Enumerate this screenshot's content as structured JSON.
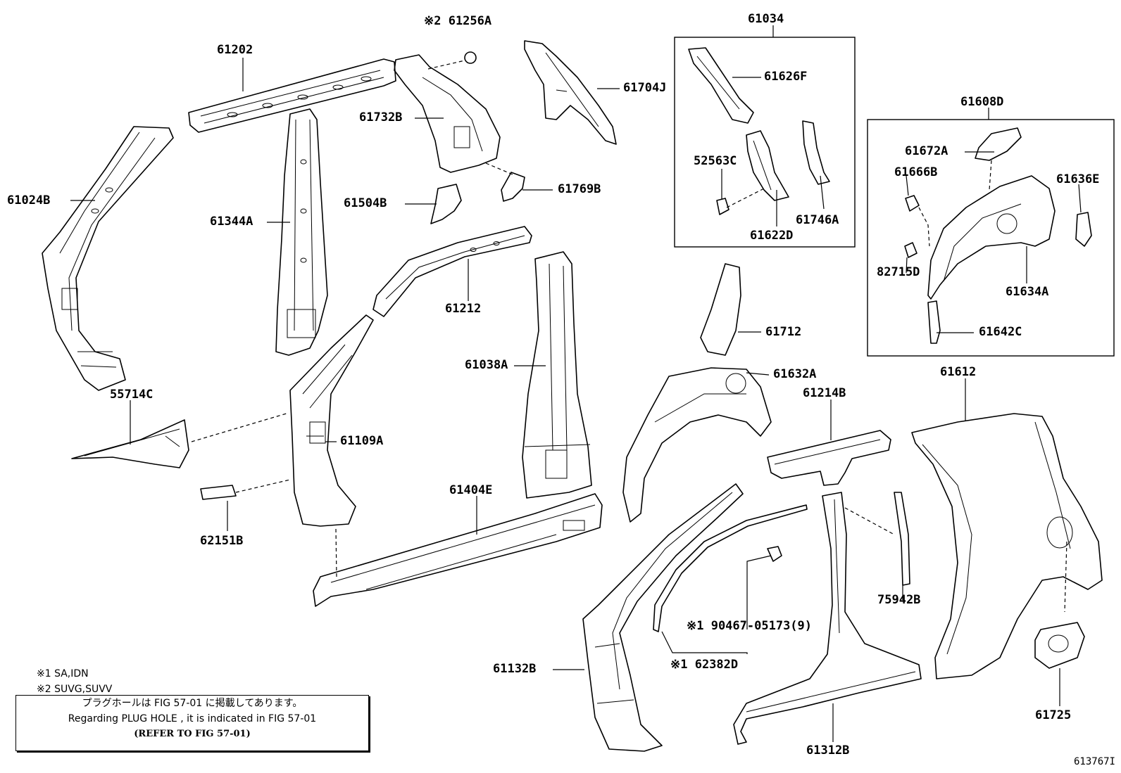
{
  "diagram": {
    "id": "613767I",
    "parts": [
      {
        "key": "61202",
        "label": "61202"
      },
      {
        "key": "61256A",
        "label": "※2 61256A"
      },
      {
        "key": "61024B",
        "label": "61024B"
      },
      {
        "key": "61732B",
        "label": "61732B"
      },
      {
        "key": "61704J",
        "label": "61704J"
      },
      {
        "key": "61344A",
        "label": "61344A"
      },
      {
        "key": "61504B",
        "label": "61504B"
      },
      {
        "key": "61769B",
        "label": "61769B"
      },
      {
        "key": "61212",
        "label": "61212"
      },
      {
        "key": "61038A",
        "label": "61038A"
      },
      {
        "key": "55714C",
        "label": "55714C"
      },
      {
        "key": "61109A",
        "label": "61109A"
      },
      {
        "key": "62151B",
        "label": "62151B"
      },
      {
        "key": "61404E",
        "label": "61404E"
      },
      {
        "key": "61034",
        "label": "61034"
      },
      {
        "key": "61626F",
        "label": "61626F"
      },
      {
        "key": "52563C",
        "label": "52563C"
      },
      {
        "key": "61622D",
        "label": "61622D"
      },
      {
        "key": "61746A",
        "label": "61746A"
      },
      {
        "key": "61608D",
        "label": "61608D"
      },
      {
        "key": "61672A",
        "label": "61672A"
      },
      {
        "key": "61666B",
        "label": "61666B"
      },
      {
        "key": "61636E",
        "label": "61636E"
      },
      {
        "key": "82715D",
        "label": "82715D"
      },
      {
        "key": "61634A",
        "label": "61634A"
      },
      {
        "key": "61642C",
        "label": "61642C"
      },
      {
        "key": "61712",
        "label": "61712"
      },
      {
        "key": "61632A",
        "label": "61632A"
      },
      {
        "key": "61214B",
        "label": "61214B"
      },
      {
        "key": "61612",
        "label": "61612"
      },
      {
        "key": "90467-05173",
        "label": "※1 90467-05173(9)"
      },
      {
        "key": "62382D",
        "label": "※1 62382D"
      },
      {
        "key": "75942B",
        "label": "75942B"
      },
      {
        "key": "61132B",
        "label": "61132B"
      },
      {
        "key": "61312B",
        "label": "61312B"
      },
      {
        "key": "61725",
        "label": "61725"
      }
    ]
  },
  "notes": {
    "n1": "※1 SA,IDN",
    "n2": "※2 SUVG,SUVV"
  },
  "notice": {
    "jp": "プラグホールは FIG 57-01 に掲載してあります。",
    "en": "Regarding  PLUG  HOLE , it is indicated in  FIG  57-01",
    "ref": "(REFER TO FIG 57-01)"
  }
}
